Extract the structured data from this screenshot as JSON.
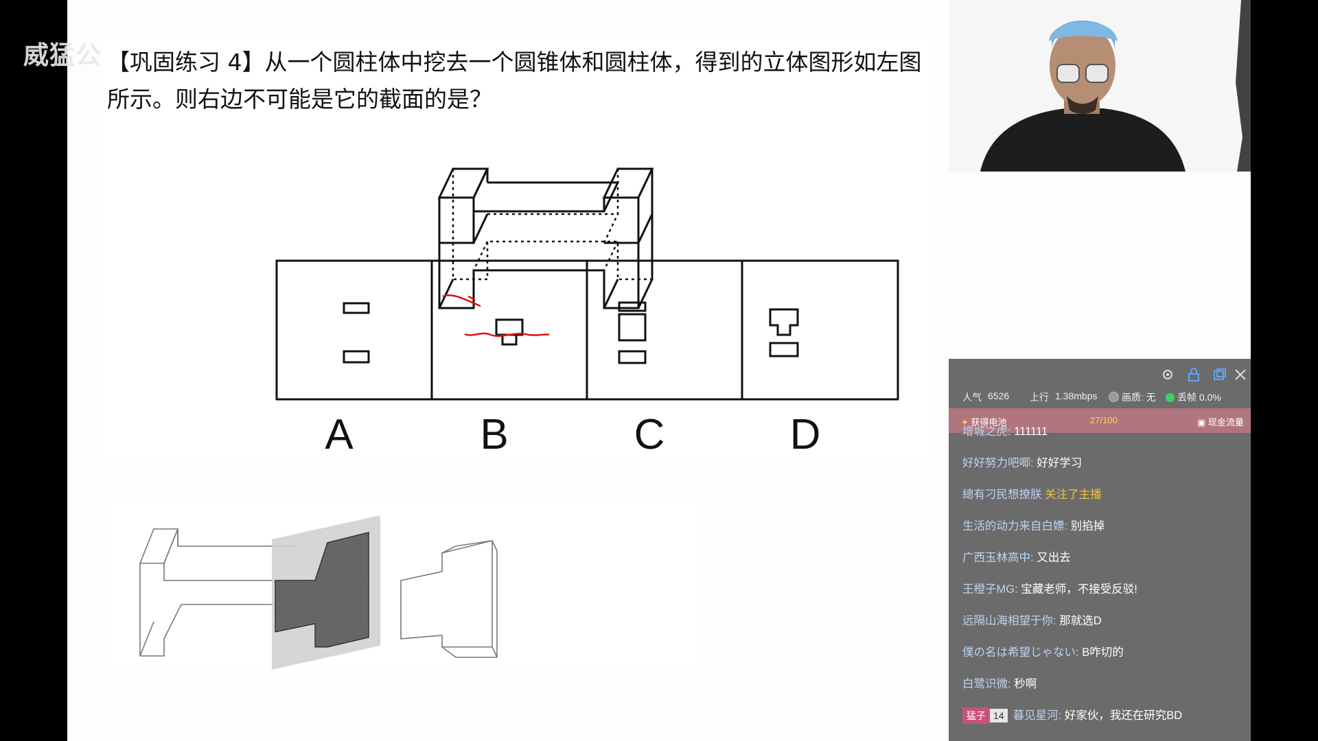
{
  "brand": {
    "text": "威猛公"
  },
  "question": {
    "line1": "【巩固练习 4】从一个圆柱体中挖去一个圆锥体和圆柱体，得到的立体图形如左图",
    "line2": "所示。则右边不可能是它的截面的是？"
  },
  "options": {
    "labels": [
      "A",
      "B",
      "C",
      "D"
    ]
  },
  "stream_panel": {
    "popularity_label": "人气",
    "popularity_value": "6526",
    "upload_label": "上行",
    "upload_value": "1.38mbps",
    "quality_label": "画质: 无",
    "drop_label": "丢帧 0.0%",
    "battery_label": "获得电池",
    "battery_progress": "27/100",
    "cash_label": "现金流量",
    "colors": {
      "panel_bg": "#6b6b6b",
      "battery_bar": "#b0757e",
      "username": "#bcd3f1",
      "follow": "#f1c232",
      "dot_green": "#3fcf6a"
    },
    "icons": [
      "gear-icon",
      "lock-icon",
      "window-icon",
      "close-icon"
    ]
  },
  "chat": [
    {
      "user": "增城之虎:",
      "msg": "111111"
    },
    {
      "user": "好好努力吧唧:",
      "msg": "好好学习"
    },
    {
      "user": "總有刁民想撩朕",
      "msg": "关注了主播"
    },
    {
      "user": "生活的动力来自白嫖:",
      "msg": "别掐掉"
    },
    {
      "user": "广西玉林高中:",
      "msg": "又出去"
    },
    {
      "user": "王橙子MG:",
      "msg": "宝藏老师，不接受反驳!"
    },
    {
      "user": "远隔山海相望于你:",
      "msg": "那就选D"
    },
    {
      "user": "僕の名は希望じゃない:",
      "msg": "B咋切的"
    },
    {
      "user": "白鹭识微:",
      "msg": "秒啊"
    },
    {
      "badge": "猛子",
      "level": "14",
      "user": "暮见星河:",
      "msg": "好家伙，我还在研究BD"
    }
  ]
}
